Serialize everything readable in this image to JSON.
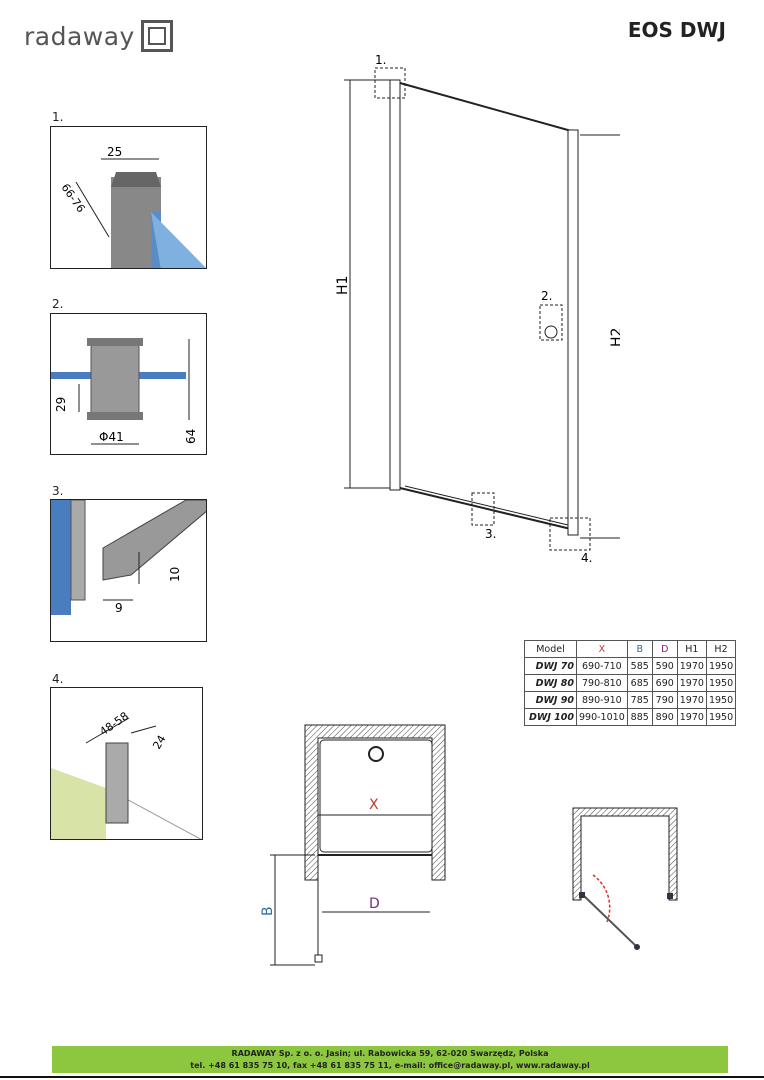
{
  "brand": {
    "logo_text": "radaway"
  },
  "title": "EOS DWJ",
  "details": [
    {
      "label": "1.",
      "dims": [
        "25",
        "66-76"
      ]
    },
    {
      "label": "2.",
      "dims": [
        "29",
        "64",
        "Φ41"
      ]
    },
    {
      "label": "3.",
      "dims": [
        "10",
        "9"
      ]
    },
    {
      "label": "4.",
      "dims": [
        "48-58",
        "24"
      ]
    }
  ],
  "main_drawing": {
    "callouts": [
      "1.",
      "2.",
      "3.",
      "4."
    ],
    "dims": [
      "H1",
      "H2"
    ]
  },
  "plan_drawing": {
    "dims": [
      "X",
      "B",
      "D"
    ]
  },
  "colors": {
    "X": "#c0392b",
    "B": "#2a6fa8",
    "D": "#7a2a7a",
    "footer_bg": "#8dc63f"
  },
  "table": {
    "headers": [
      "Model",
      "X",
      "B",
      "D",
      "H1",
      "H2"
    ],
    "rows": [
      [
        "DWJ 70",
        "690-710",
        "585",
        "590",
        "1970",
        "1950"
      ],
      [
        "DWJ 80",
        "790-810",
        "685",
        "690",
        "1970",
        "1950"
      ],
      [
        "DWJ 90",
        "890-910",
        "785",
        "790",
        "1970",
        "1950"
      ],
      [
        "DWJ 100",
        "990-1010",
        "885",
        "890",
        "1970",
        "1950"
      ]
    ]
  },
  "footer": {
    "line1": "RADAWAY Sp. z o. o. Jasin; ul. Rabowicka 59, 62-020 Swarzędz, Polska",
    "line2": "tel. +48 61 835 75 10, fax +48 61 835 75 11, e-mail: office@radaway.pl, www.radaway.pl"
  }
}
